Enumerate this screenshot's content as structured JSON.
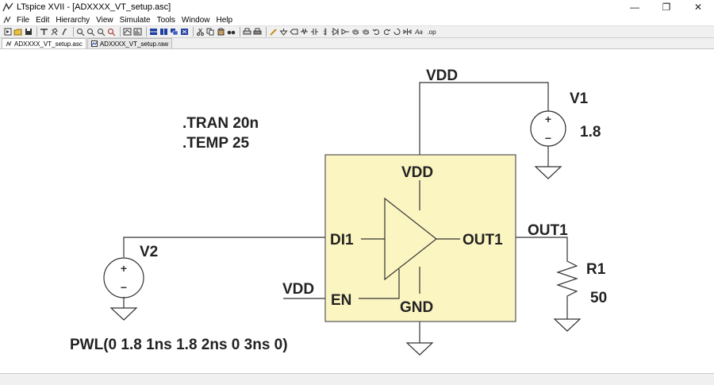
{
  "window": {
    "title": "LTspice XVII - [ADXXXX_VT_setup.asc]",
    "controls": {
      "minimize": "—",
      "restore": "❐",
      "close": "✕"
    }
  },
  "menu": {
    "items": [
      {
        "label": "File"
      },
      {
        "label": "Edit"
      },
      {
        "label": "Hierarchy"
      },
      {
        "label": "View"
      },
      {
        "label": "Simulate"
      },
      {
        "label": "Tools"
      },
      {
        "label": "Window"
      },
      {
        "label": "Help"
      }
    ]
  },
  "toolbar": {
    "font_label": "Aa",
    "op_label": ".op"
  },
  "tabs": [
    {
      "label": "ADXXXX_VT_setup.asc",
      "active": true
    },
    {
      "label": "ADXXXX_VT_setup.raw",
      "active": false
    }
  ],
  "schematic": {
    "directives": [
      ".TRAN 20n",
      ".TEMP 25"
    ],
    "net_vdd_top": "VDD",
    "net_vdd_en": "VDD",
    "net_out": "OUT1",
    "v1": {
      "name": "V1",
      "value": "1.8"
    },
    "v2": {
      "name": "V2",
      "value": "PWL(0 1.8 1ns 1.8 2ns 0 3ns 0)"
    },
    "r1": {
      "name": "R1",
      "value": "50"
    },
    "block": {
      "pin_vdd": "VDD",
      "pin_di": "DI1",
      "pin_out": "OUT1",
      "pin_en": "EN",
      "pin_gnd": "GND",
      "fill": "#fbf5c1"
    },
    "source_plus": "+",
    "source_minus": "−"
  }
}
